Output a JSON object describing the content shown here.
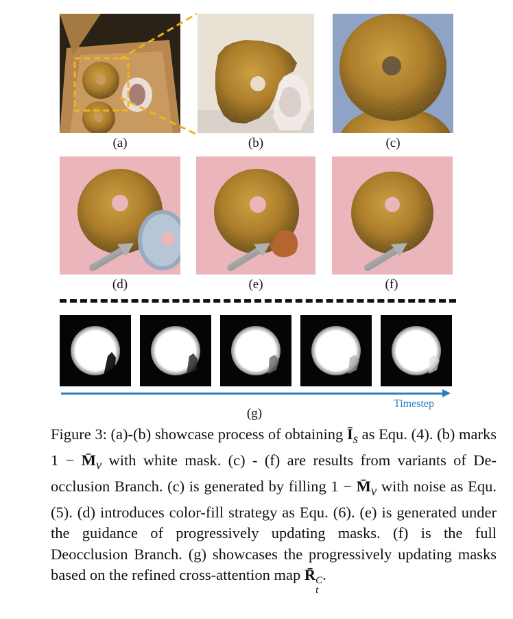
{
  "figure": {
    "labels": {
      "a": "(a)",
      "b": "(b)",
      "c": "(c)",
      "d": "(d)",
      "e": "(e)",
      "f": "(f)",
      "g": "(g)"
    },
    "timestep_label": "Timestep",
    "mask_count": 5
  },
  "caption": {
    "segments": [
      "Figure 3: (a)-(b) showcase process of obtaining ",
      "Ī",
      "s",
      " as Equ. (4). (b) marks 1 − ",
      "M̄",
      "v",
      " with white mask. (c) - (f) are results from variants of De-occlusion Branch. (c) is generated by filling 1 − ",
      "M̄",
      "v",
      " with noise as Equ. (5). (d) introduces color-fill strategy as Equ. (6). (e) is generated under the guidance of progressively updating masks. (f) is the full Deocclusion Branch. (g) showcases the progressively updating masks based on the refined cross-attention map ",
      "R̄",
      "C",
      "t",
      "."
    ]
  },
  "colors": {
    "accent_blue": "#2a7fc0",
    "zoom_yellow": "#f0b41e",
    "pink_bg": "#eab6bc"
  }
}
